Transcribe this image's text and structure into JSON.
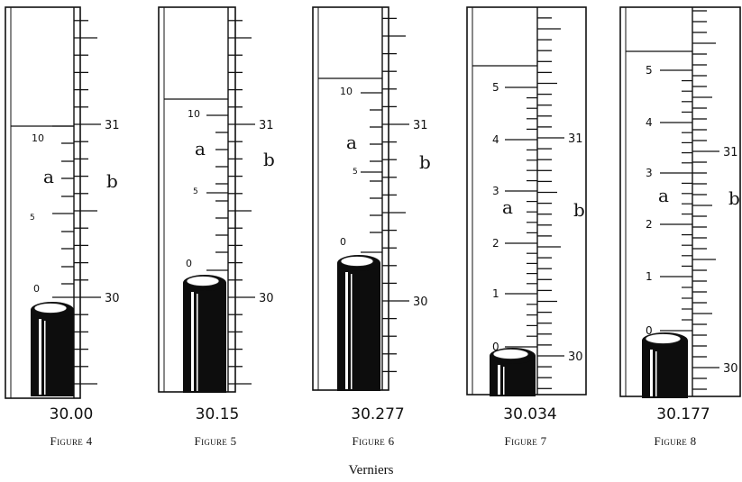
{
  "caption": "Verniers",
  "figures": [
    {
      "id": "fig4",
      "reading": "30.00",
      "fig_word": "Figure",
      "fig_number": "4",
      "scale_labels": [
        "31",
        "30"
      ],
      "vernier_labels": [
        "10",
        "5",
        "0"
      ],
      "part_labels": {
        "vernier": "a",
        "scale": "b"
      }
    },
    {
      "id": "fig5",
      "reading": "30.15",
      "fig_word": "Figure",
      "fig_number": "5",
      "scale_labels": [
        "31",
        "30"
      ],
      "vernier_labels": [
        "10",
        "5",
        "0"
      ],
      "part_labels": {
        "vernier": "a",
        "scale": "b"
      }
    },
    {
      "id": "fig6",
      "reading": "30.277",
      "fig_word": "Figure",
      "fig_number": "6",
      "scale_labels": [
        "31",
        "30"
      ],
      "vernier_labels": [
        "10",
        "5",
        "0"
      ],
      "part_labels": {
        "vernier": "a",
        "scale": "b"
      }
    },
    {
      "id": "fig7",
      "reading": "30.034",
      "fig_word": "Figure",
      "fig_number": "7",
      "scale_labels": [
        "31",
        "30"
      ],
      "vernier_labels": [
        "5",
        "4",
        "3",
        "2",
        "1",
        "0"
      ],
      "part_labels": {
        "vernier": "a",
        "scale": "b"
      }
    },
    {
      "id": "fig8",
      "reading": "30.177",
      "fig_word": "Figure",
      "fig_number": "8",
      "scale_labels": [
        "31",
        "30"
      ],
      "vernier_labels": [
        "5",
        "4",
        "3",
        "2",
        "1",
        "0"
      ],
      "part_labels": {
        "vernier": "a",
        "scale": "b"
      }
    }
  ]
}
